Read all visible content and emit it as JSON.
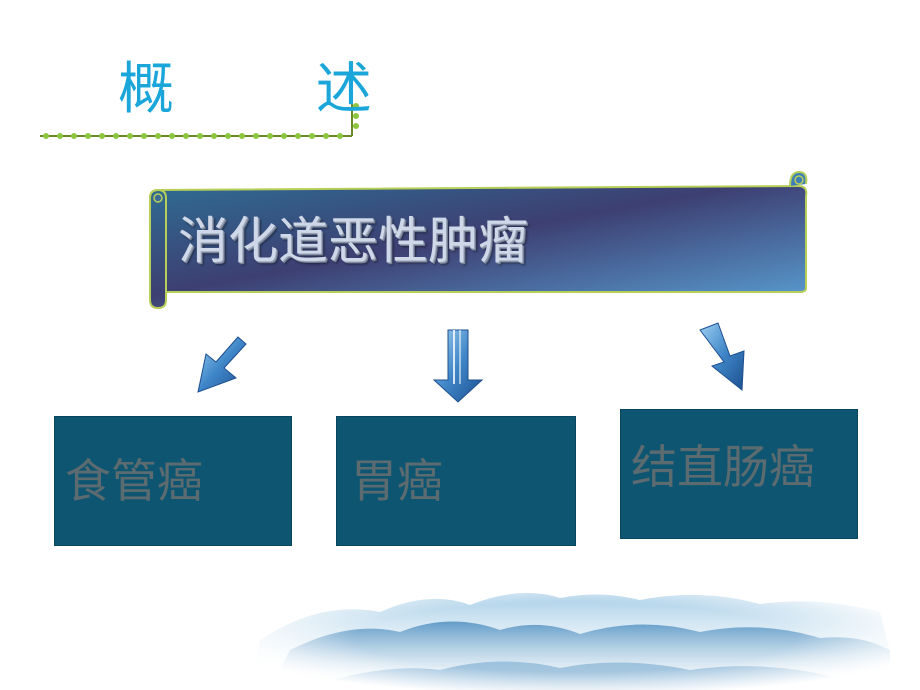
{
  "title": "概 述",
  "scroll_banner": {
    "text": "消化道恶性肿瘤"
  },
  "categories": [
    {
      "label": "食管癌"
    },
    {
      "label": "胃癌"
    },
    {
      "label": "结直肠癌"
    }
  ],
  "colors": {
    "title": "#1aa6d9",
    "box_fill": "#0e5571",
    "scroll_dark": "#3a3f6e",
    "scroll_light": "#5a9bd0",
    "arrow": "#2f6fb5",
    "ribbon_green": "#8cc63f"
  }
}
